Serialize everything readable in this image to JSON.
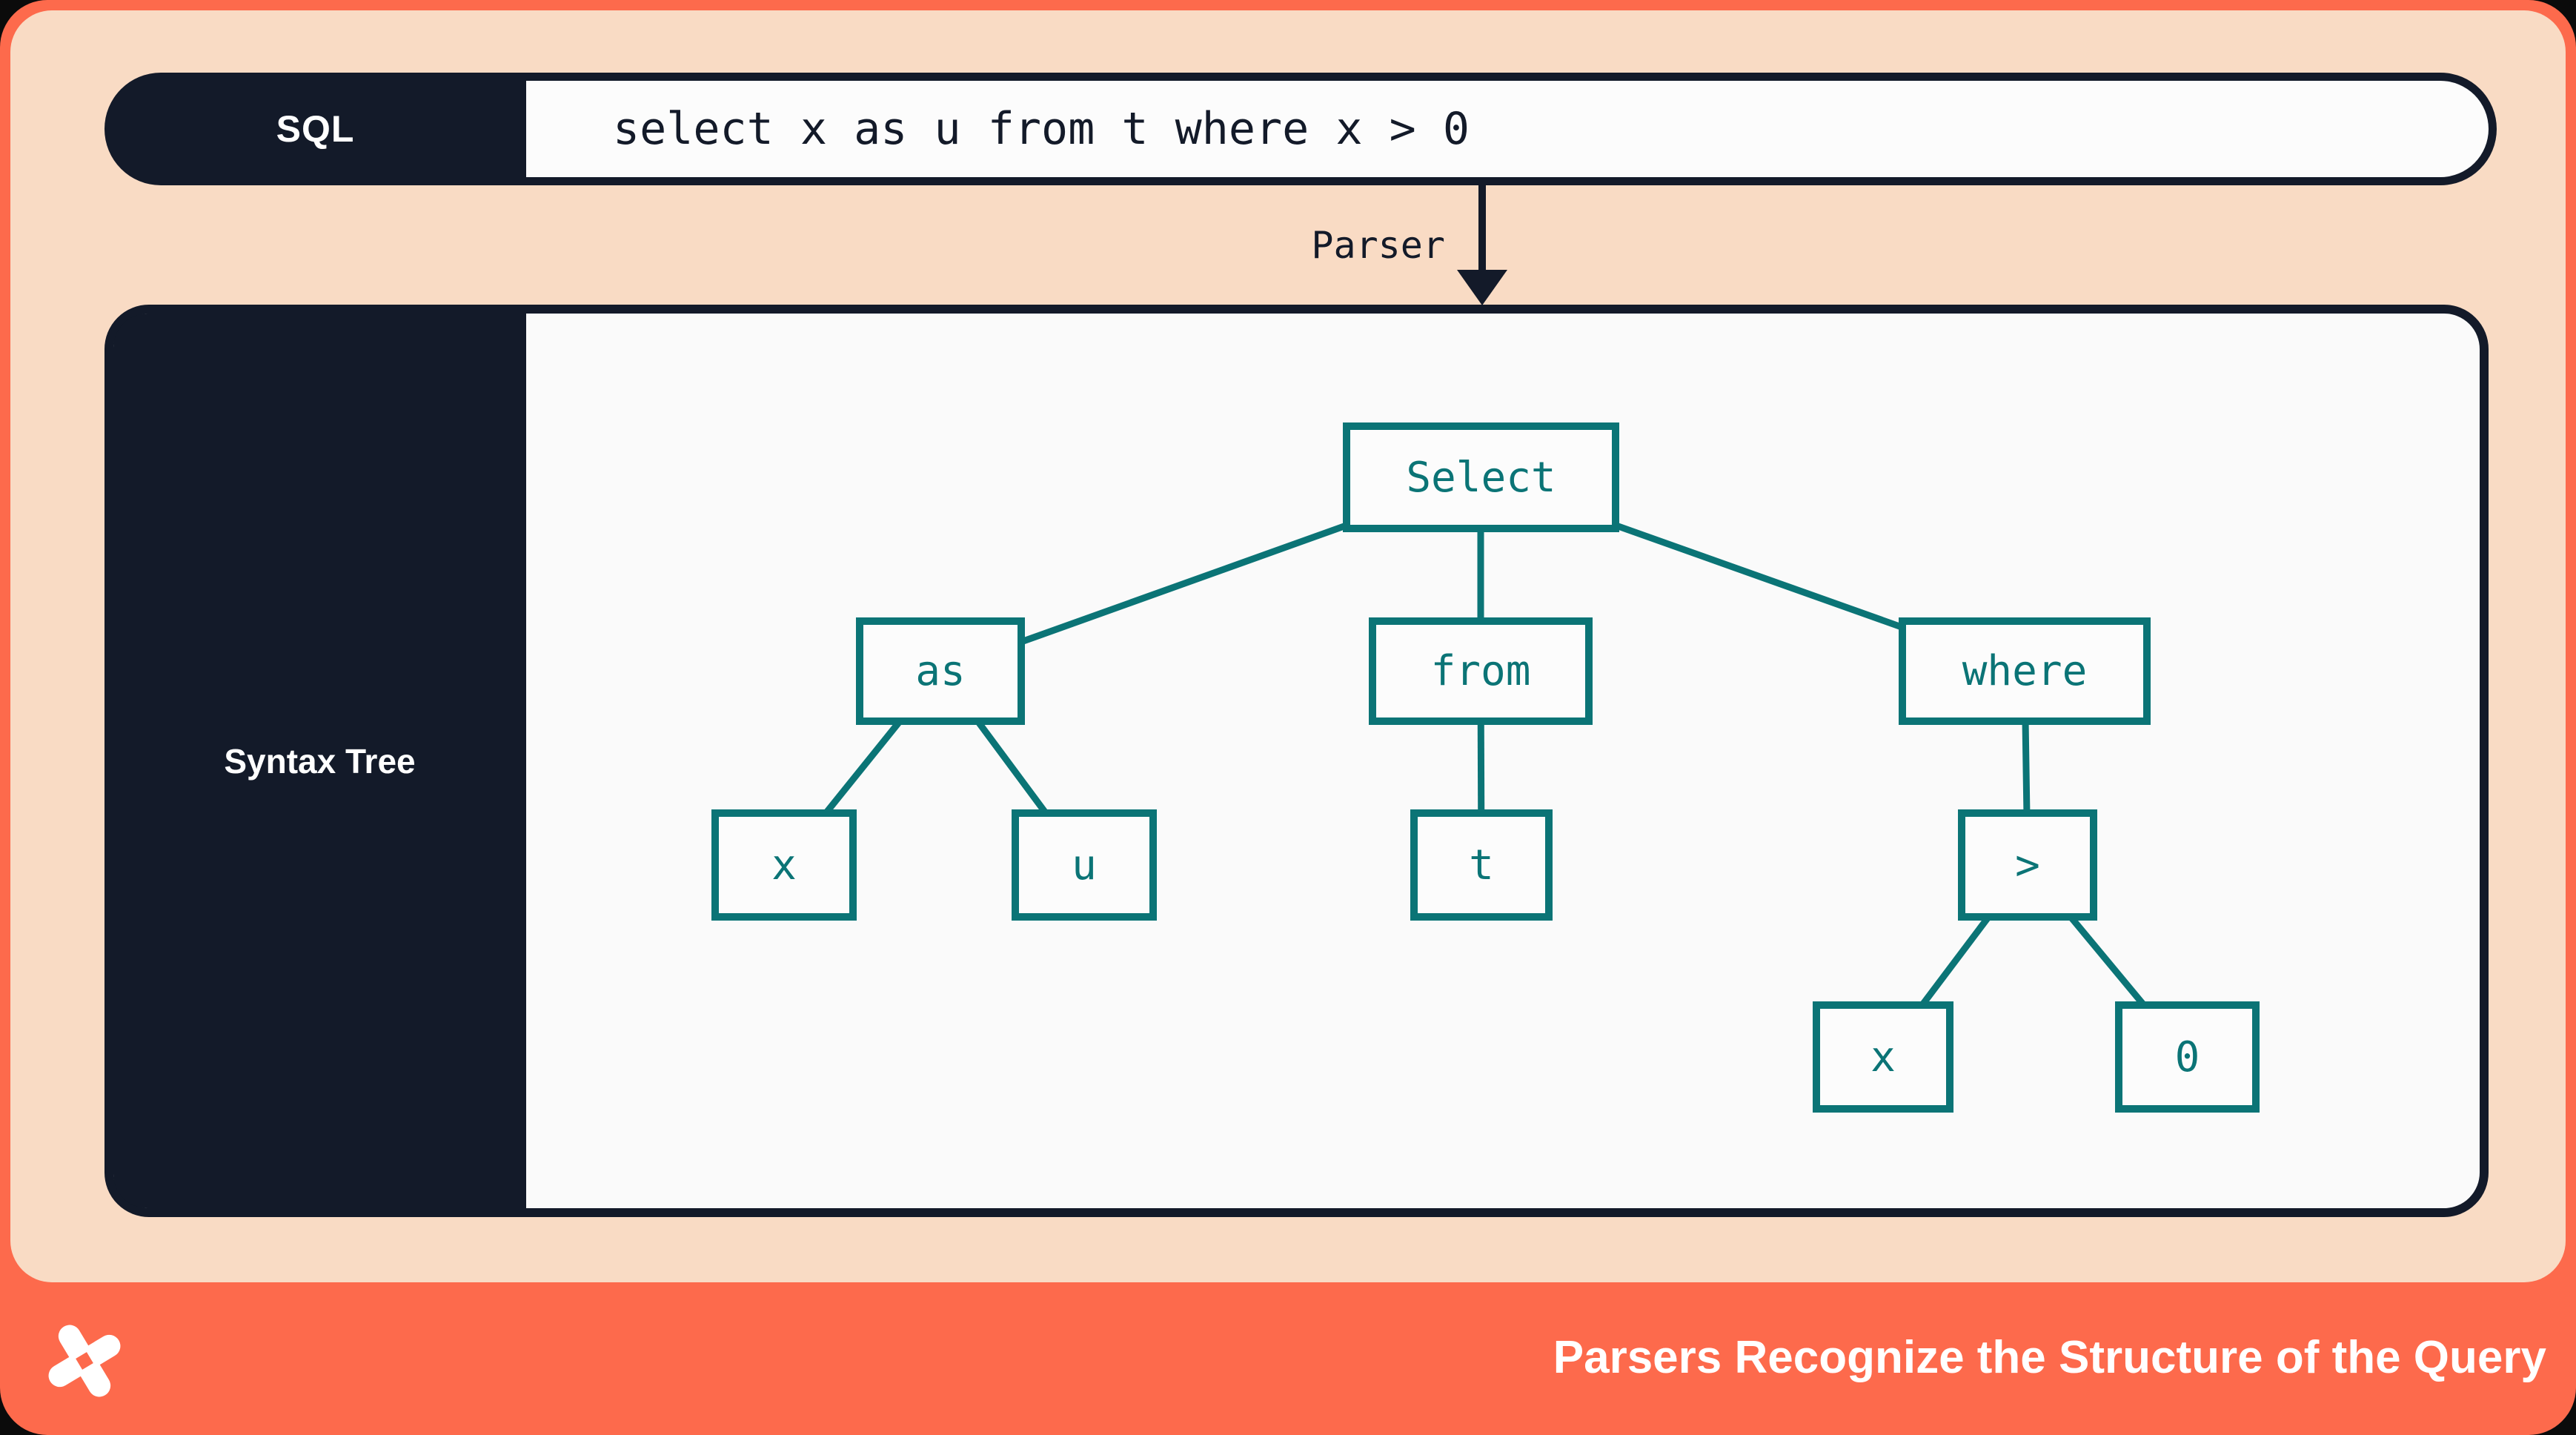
{
  "colors": {
    "orange": "#FD6A4C",
    "peach": "#F9DBC4",
    "navy": "#131A29",
    "teal": "#0B7476",
    "off_white": "#FAFAFA"
  },
  "sql_bar": {
    "label": "SQL",
    "query": "select x as u from t where x > 0"
  },
  "parser_arrow": {
    "label": "Parser",
    "direction": "down"
  },
  "syntax_tree_panel": {
    "label": "Syntax Tree",
    "nodes": [
      {
        "id": "select",
        "label": "Select",
        "children": [
          "as",
          "from",
          "where"
        ]
      },
      {
        "id": "as",
        "label": "as",
        "children": [
          "x1",
          "u"
        ]
      },
      {
        "id": "from",
        "label": "from",
        "children": [
          "t"
        ]
      },
      {
        "id": "where",
        "label": "where",
        "children": [
          "gt"
        ]
      },
      {
        "id": "x1",
        "label": "x",
        "children": []
      },
      {
        "id": "u",
        "label": "u",
        "children": []
      },
      {
        "id": "t",
        "label": "t",
        "children": []
      },
      {
        "id": "gt",
        "label": ">",
        "children": [
          "x2",
          "zero"
        ]
      },
      {
        "id": "x2",
        "label": "x",
        "children": []
      },
      {
        "id": "zero",
        "label": "0",
        "children": []
      }
    ]
  },
  "footer": {
    "title": "Parsers Recognize the Structure of the Query",
    "logo": "pinwheel-star-logo"
  }
}
